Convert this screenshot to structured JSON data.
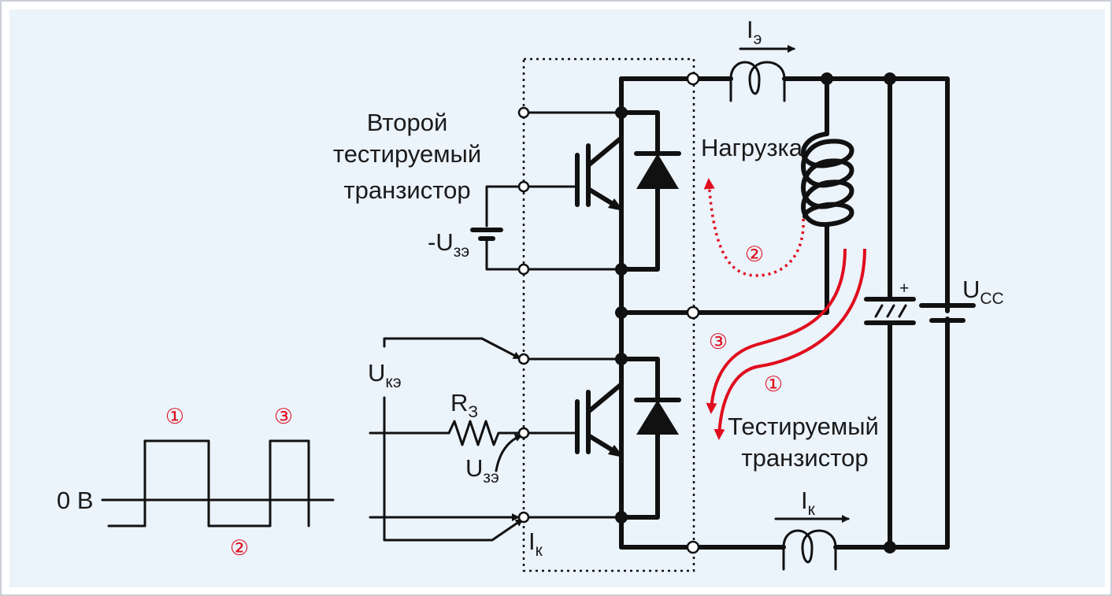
{
  "colors": {
    "background": "#ebf3fb",
    "wire": "#111111",
    "current_path": "#e00d1d"
  },
  "labels": {
    "second_transistor": [
      "Второй",
      "тестируемый",
      "транзистор"
    ],
    "neg_uge_prefix": "-U",
    "neg_uge_sub": "зэ",
    "load": "Нагрузка",
    "tested_transistor": [
      "Тестируемый",
      "транзистор"
    ],
    "ie_main": "I",
    "ie_sub": "э",
    "ic_bottom_main": "I",
    "ic_bottom_sub": "к",
    "ic_left_main": "I",
    "ic_left_sub": "к",
    "uce_main": "U",
    "uce_sub": "кэ",
    "rg_main": "R",
    "rg_sub": "З",
    "uge_main": "U",
    "uge_sub": "зэ",
    "ucc_main": "U",
    "ucc_sub": "CC",
    "plus": "+",
    "zero_v": "0 В"
  },
  "markers": {
    "one": "①",
    "two": "②",
    "three": "③"
  }
}
